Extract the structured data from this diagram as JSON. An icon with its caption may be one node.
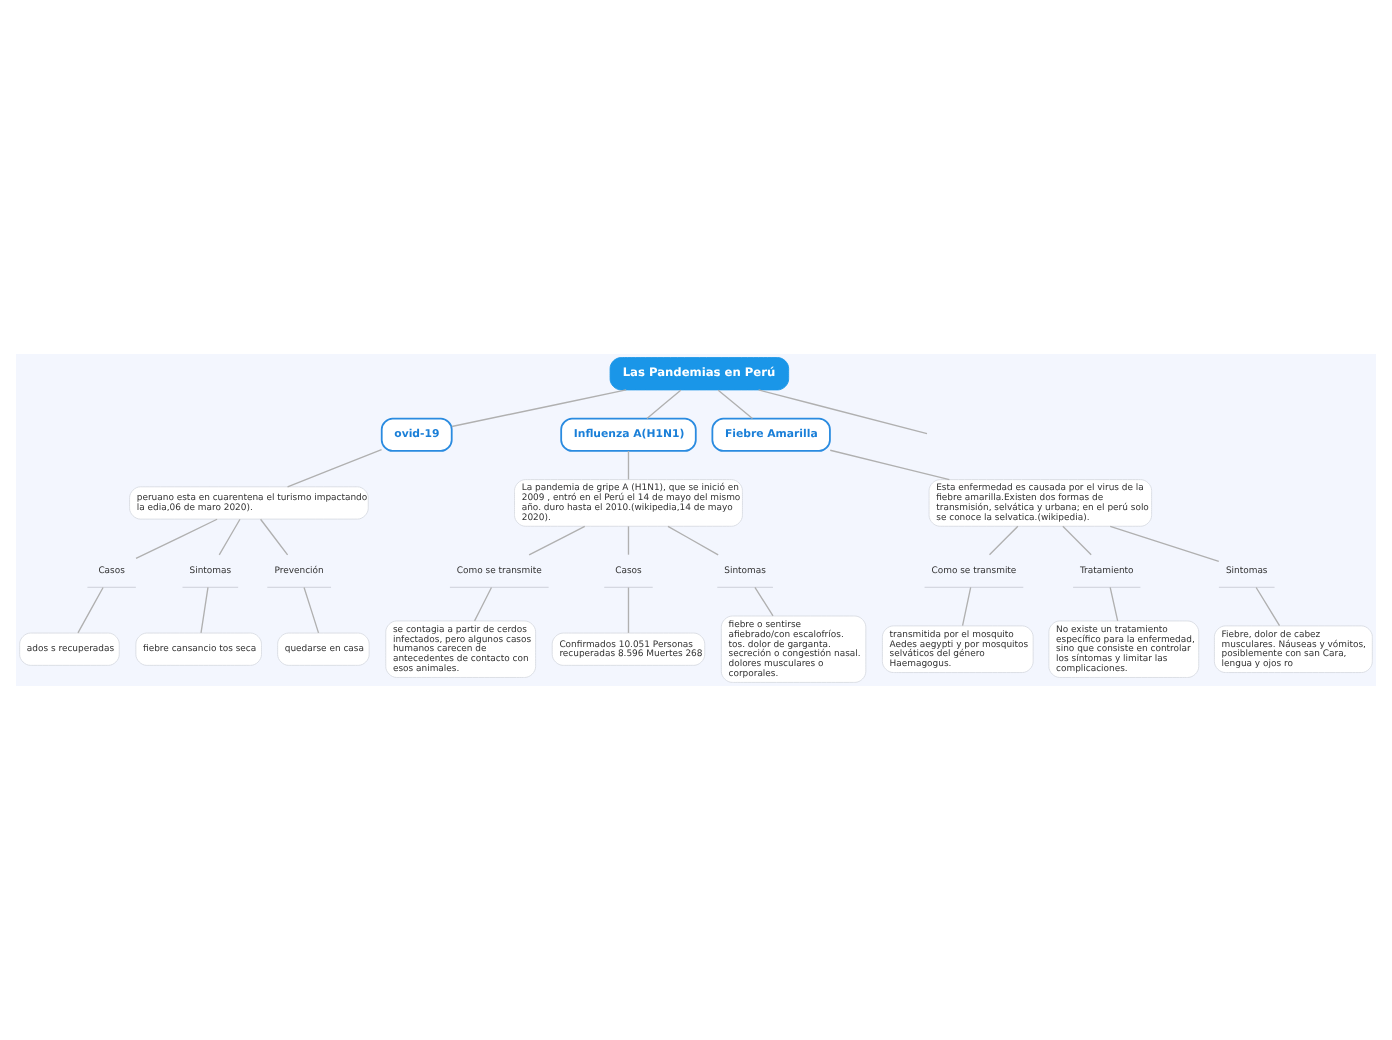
{
  "diagram": {
    "nodes": [
      {
        "text": [
          "Las Pandemias en Perú"
        ]
      },
      {
        "text": [
          "ovid-19"
        ]
      },
      {
        "text": [
          "peruano esta en cuarentena el turismo impactando la edia,06 de maro 2020)."
        ]
      },
      {
        "text": [
          "Casos"
        ]
      },
      {
        "text": [
          "Sintomas"
        ]
      },
      {
        "text": [
          "Prevención"
        ]
      },
      {
        "text": [
          "ados s recuperadas"
        ]
      },
      {
        "text": [
          "fiebre cansancio tos seca"
        ]
      },
      {
        "text": [
          "quedarse en casa"
        ]
      },
      {
        "text": [
          "Influenza A(H1N1)"
        ]
      },
      {
        "text": [
          "La pandemia de gripe A (H1N1), que se inició en 2009 , entró en el Perú el 14 de mayo del mismo año. duro hasta el 2010.(wikipedia,14 de mayo 2020)."
        ]
      },
      {
        "text": [
          "Como se transmite"
        ]
      },
      {
        "text": [
          "Casos"
        ]
      },
      {
        "text": [
          "Sintomas"
        ]
      },
      {
        "text": [
          "se contagia a partir de cerdos infectados, pero algunos casos humanos carecen de antecedentes de contacto con esos animales."
        ]
      },
      {
        "text": [
          "Confirmados 10.051 Personas recuperadas 8.596 Muertes 268"
        ]
      },
      {
        "text": [
          "fiebre o sentirse afiebrado/con escalofríos. tos. dolor de garganta. secreción o congestión nasal. dolores musculares o corporales."
        ]
      },
      {
        "text": [
          "Fiebre Amarilla"
        ]
      },
      {
        "text": [
          "Esta enfermedad es causada por el virus de la fiebre amarilla.Existen dos formas de transmisión, selvática y urbana; en el perú solo se conoce la selvatica.(wikipedia)."
        ]
      },
      {
        "text": [
          "Como se transmite"
        ]
      },
      {
        "text": [
          "Tratamiento"
        ]
      },
      {
        "text": [
          "Sintomas"
        ]
      },
      {
        "text": [
          "transmitida por el mosquito Aedes aegypti y por mosquitos selváticos del género Haemagogus."
        ]
      },
      {
        "text": [
          "No existe un tratamiento específico para la enfermedad, sino que consiste en controlar los síntomas y limitar las complicaciones."
        ]
      },
      {
        "text": [
          "Fiebre, dolor de cabez musculares. Náuseas y vómitos, posiblemente con san Cara, lengua y ojos ro"
        ]
      }
    ],
    "edges": [
      {
        "from": 0,
        "to": 1,
        "arrow": "none"
      },
      {
        "from": 0,
        "to": 9,
        "arrow": "none"
      },
      {
        "from": 0,
        "to": 17,
        "arrow": "none"
      },
      {
        "from": 0,
        "to": null,
        "arrow": "none"
      },
      {
        "from": 1,
        "to": 2,
        "arrow": "none"
      },
      {
        "from": 2,
        "to": 3,
        "arrow": "none"
      },
      {
        "from": 2,
        "to": 4,
        "arrow": "none"
      },
      {
        "from": 2,
        "to": 5,
        "arrow": "none"
      },
      {
        "from": 3,
        "to": 6,
        "arrow": "none"
      },
      {
        "from": 4,
        "to": 7,
        "arrow": "none"
      },
      {
        "from": 5,
        "to": 8,
        "arrow": "none"
      },
      {
        "from": 9,
        "to": 10,
        "arrow": "none"
      },
      {
        "from": 10,
        "to": 11,
        "arrow": "none"
      },
      {
        "from": 10,
        "to": 12,
        "arrow": "none"
      },
      {
        "from": 10,
        "to": 13,
        "arrow": "none"
      },
      {
        "from": 11,
        "to": 14,
        "arrow": "none"
      },
      {
        "from": 12,
        "to": 15,
        "arrow": "none"
      },
      {
        "from": 13,
        "to": 16,
        "arrow": "none"
      },
      {
        "from": 17,
        "to": 18,
        "arrow": "none"
      },
      {
        "from": 18,
        "to": 19,
        "arrow": "none"
      },
      {
        "from": 18,
        "to": 20,
        "arrow": "none"
      },
      {
        "from": 18,
        "to": 21,
        "arrow": "none"
      },
      {
        "from": 19,
        "to": 22,
        "arrow": "none"
      },
      {
        "from": 20,
        "to": 23,
        "arrow": "none"
      },
      {
        "from": 21,
        "to": 24,
        "arrow": "none"
      }
    ]
  }
}
